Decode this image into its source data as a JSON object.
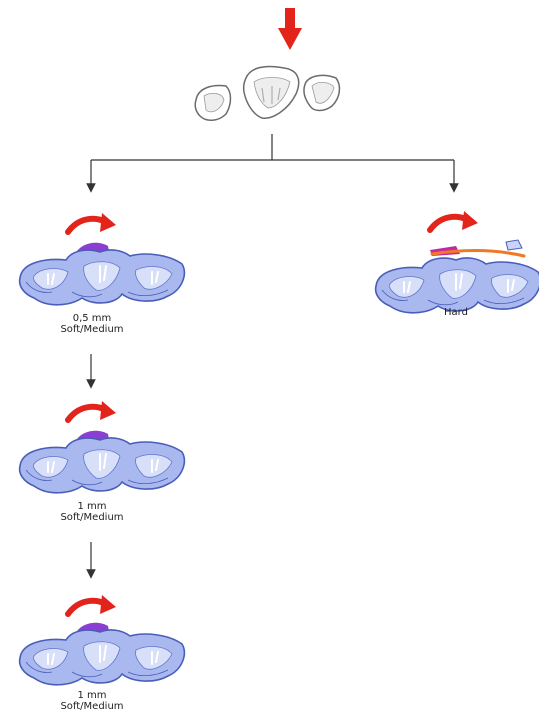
{
  "diagram": {
    "left_branch": {
      "steps": [
        {
          "thickness": "0,5 mm",
          "material": "Soft/Medium"
        },
        {
          "thickness": "1 mm",
          "material": "Soft/Medium"
        },
        {
          "thickness": "1 mm",
          "material": "Soft/Medium"
        }
      ]
    },
    "right_branch": {
      "material": "Hard"
    }
  },
  "colors": {
    "arrow_red": "#e3241b",
    "tray_blue": "#a9b9ef",
    "tray_outline": "#4a5db8",
    "tray_light": "#ffffff",
    "material_purple": "#8a3fd0",
    "hard_strip_orange": "#f07a24",
    "hard_strip_magenta": "#c028a4",
    "connector_line": "#333333"
  }
}
